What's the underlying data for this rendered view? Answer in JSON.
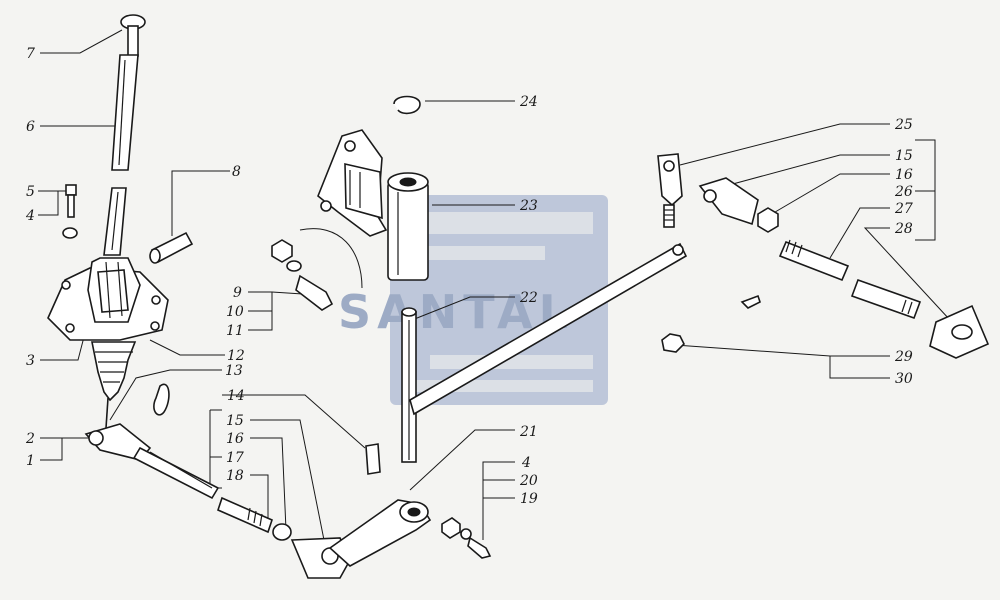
{
  "watermark": {
    "text": "SANTAL",
    "color": "#8f9fbe",
    "block_color": "#b5c0d6"
  },
  "callouts": [
    {
      "id": "c7",
      "text": "7"
    },
    {
      "id": "c6",
      "text": "6"
    },
    {
      "id": "c5",
      "text": "5"
    },
    {
      "id": "c4a",
      "text": "4"
    },
    {
      "id": "c3",
      "text": "3"
    },
    {
      "id": "c2",
      "text": "2"
    },
    {
      "id": "c1",
      "text": "1"
    },
    {
      "id": "c8",
      "text": "8"
    },
    {
      "id": "c9",
      "text": "9"
    },
    {
      "id": "c10",
      "text": "10"
    },
    {
      "id": "c11",
      "text": "11"
    },
    {
      "id": "c12",
      "text": "12"
    },
    {
      "id": "c13",
      "text": "13"
    },
    {
      "id": "c14",
      "text": "14"
    },
    {
      "id": "c15a",
      "text": "15"
    },
    {
      "id": "c16a",
      "text": "16"
    },
    {
      "id": "c17",
      "text": "17"
    },
    {
      "id": "c18",
      "text": "18"
    },
    {
      "id": "c21",
      "text": "21"
    },
    {
      "id": "c22",
      "text": "22"
    },
    {
      "id": "c23",
      "text": "23"
    },
    {
      "id": "c24",
      "text": "24"
    },
    {
      "id": "c25",
      "text": "25"
    },
    {
      "id": "c15b",
      "text": "15"
    },
    {
      "id": "c16b",
      "text": "16"
    },
    {
      "id": "c26",
      "text": "26"
    },
    {
      "id": "c27",
      "text": "27"
    },
    {
      "id": "c28",
      "text": "28"
    },
    {
      "id": "c29",
      "text": "29"
    },
    {
      "id": "c30",
      "text": "30"
    },
    {
      "id": "c4b",
      "text": "4"
    },
    {
      "id": "c20",
      "text": "20"
    },
    {
      "id": "c19",
      "text": "19"
    }
  ]
}
